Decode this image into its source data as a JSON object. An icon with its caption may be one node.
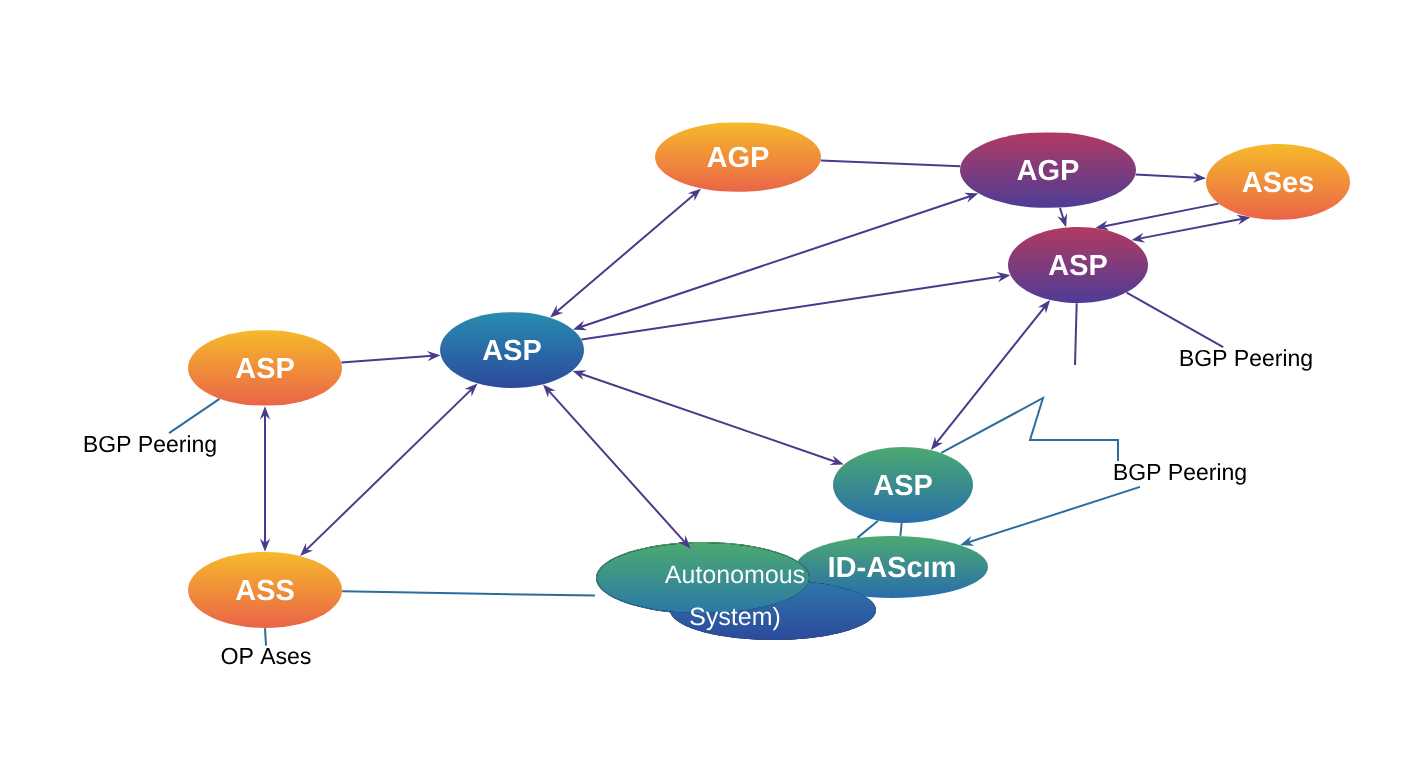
{
  "diagram": {
    "nodes": [
      {
        "text": [
          "AGP"
        ]
      },
      {
        "text": [
          "AGP"
        ]
      },
      {
        "text": [
          "ASes"
        ]
      },
      {
        "text": [
          "ASP"
        ]
      },
      {
        "text": [
          "ASP"
        ]
      },
      {
        "text": [
          "ASP"
        ]
      },
      {
        "text": [
          "ASP"
        ]
      },
      {
        "text": [
          "ID-AScım"
        ]
      },
      {
        "text": [
          "Autonomous System)"
        ]
      },
      {
        "text": [
          "ASS"
        ]
      },
      {
        "text": [
          "BGP Peering"
        ]
      },
      {
        "text": [
          "BGP Peering"
        ]
      },
      {
        "text": [
          "BGP Peering"
        ]
      },
      {
        "text": [
          "OP Ases"
        ]
      }
    ],
    "edges": [
      {
        "from": 0,
        "to": 1,
        "arrow": "none"
      },
      {
        "from": 1,
        "to": 2,
        "arrow": "to"
      },
      {
        "from": 5,
        "to": 0,
        "arrow": "both"
      },
      {
        "from": 5,
        "to": 1,
        "arrow": "both"
      },
      {
        "from": 5,
        "to": 3,
        "arrow": "to"
      },
      {
        "from": 1,
        "to": 3,
        "arrow": "to"
      },
      {
        "from": 2,
        "to": 3,
        "arrow": "to"
      },
      {
        "from": 3,
        "to": 2,
        "arrow": "both"
      },
      {
        "from": 4,
        "to": 5,
        "arrow": "to"
      },
      {
        "from": 4,
        "to": 9,
        "arrow": "both"
      },
      {
        "from": 9,
        "to": 5,
        "arrow": "both"
      },
      {
        "from": 5,
        "to": 6,
        "arrow": "both"
      },
      {
        "from": 5,
        "to": 8,
        "arrow": "both"
      },
      {
        "from": 3,
        "to": 6,
        "arrow": "both"
      },
      {
        "from": 9,
        "to": 8,
        "arrow": "none",
        "color": "#2d6d9c"
      },
      {
        "from": 6,
        "to": 7,
        "arrow": "none",
        "color": "#2d6d9c"
      },
      {
        "from": 6,
        "to": 7,
        "arrow": "none",
        "color": "#2d6d9c"
      },
      {
        "from": 12,
        "to": 7,
        "arrow": "to",
        "color": "#2d6d9c"
      },
      {
        "from": 6,
        "to": 12,
        "arrow": "none",
        "color": "#2d6d9c"
      },
      {
        "from": 10,
        "to": 4,
        "arrow": "none",
        "color": "#2d6d9c"
      },
      {
        "from": 9,
        "to": 13,
        "arrow": "none",
        "color": "#2d6d9c"
      },
      {
        "from": 3,
        "to": 11,
        "arrow": "none"
      },
      {
        "from": 3,
        "to": null,
        "arrow": "none"
      }
    ]
  }
}
